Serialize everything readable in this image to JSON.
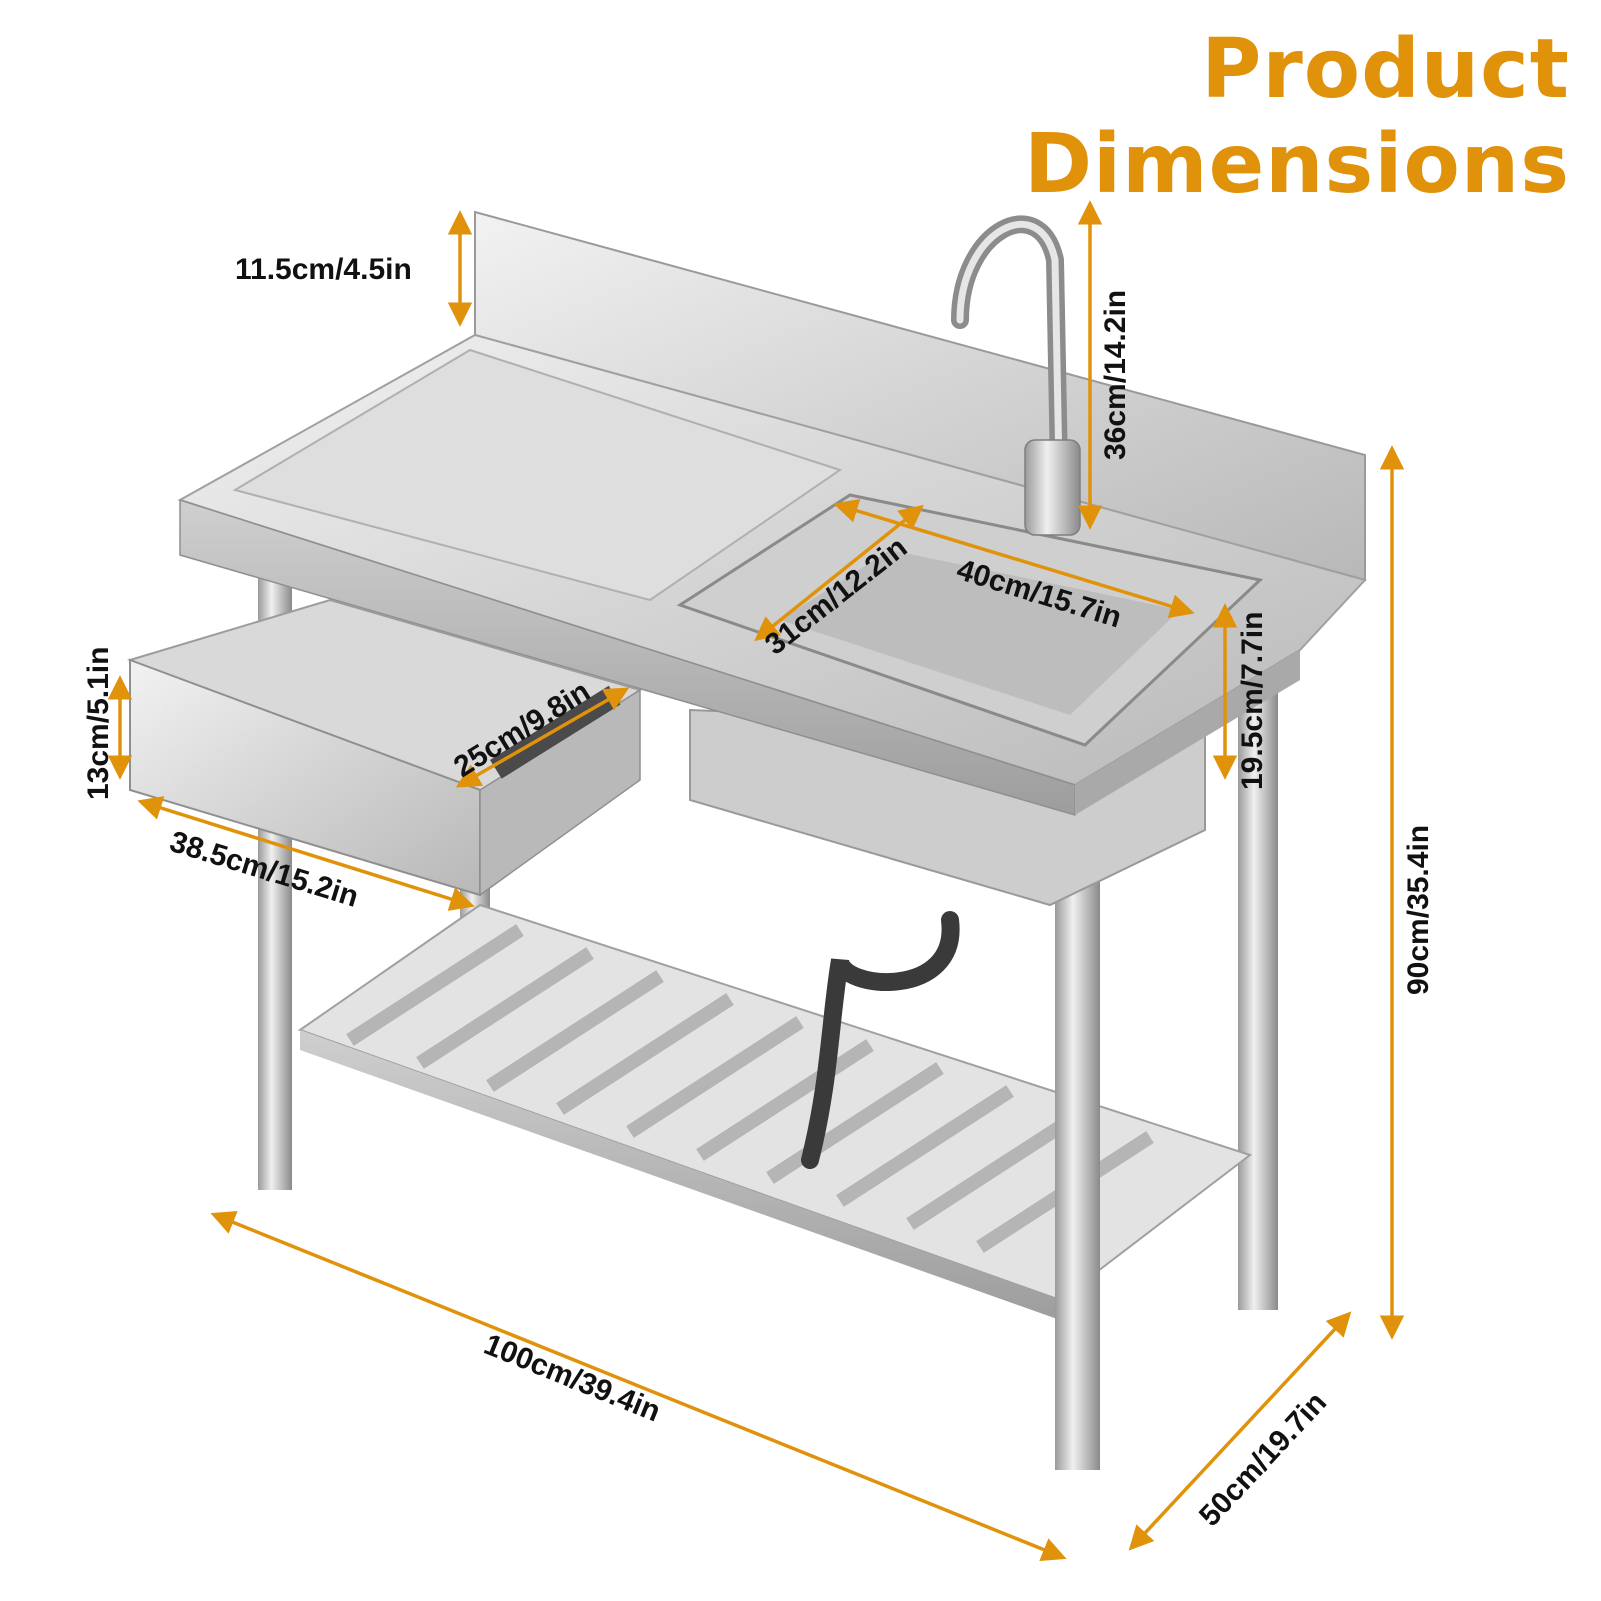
{
  "title": "Product Dimensions",
  "accent_color": "#E0920A",
  "product": "stainless steel sink with drawer and slatted shelf",
  "dimensions": {
    "backsplash_height": "11.5cm/4.5in",
    "faucet_height": "36cm/14.2in",
    "total_height": "90cm/35.4in",
    "basin_width": "40cm/15.7in",
    "basin_length": "31cm/12.2in",
    "basin_depth": "19.5cm/7.7in",
    "drawer_height": "13cm/5.1in",
    "drawer_depth": "25cm/9.8in",
    "drawer_width": "38.5cm/15.2in",
    "total_width": "100cm/39.4in",
    "total_depth": "50cm/19.7in"
  }
}
